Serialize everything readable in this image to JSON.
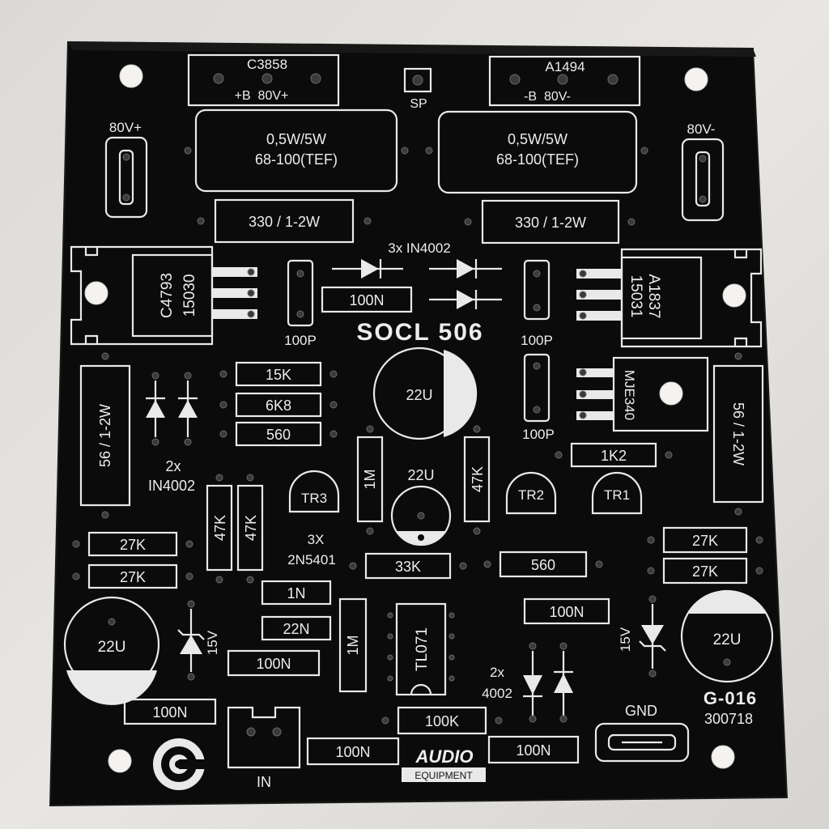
{
  "power_out_labels": {
    "npn_driver": "C3858",
    "npn_pins": "+B  80V+",
    "speaker": "SP",
    "pnp_driver": "A1494",
    "pnp_pins": "-B  80V-"
  },
  "emitter_resistors": {
    "left_line1": "0,5W/5W",
    "left_line2": "68-100(TEF)",
    "right_line1": "0,5W/5W",
    "right_line2": "68-100(TEF)"
  },
  "rails": {
    "pos": "80V+",
    "neg": "80V-",
    "gnd": "GND",
    "input": "IN"
  },
  "resistors": {
    "r330_left": "330 / 1-2W",
    "r330_right": "330 / 1-2W",
    "r15k": "15K",
    "r6k8": "6K8",
    "r560_a": "560",
    "r56_left": "56 / 1-2W",
    "r56_right": "56 / 1-2W",
    "r1m_a": "1M",
    "r47k_a": "47K",
    "r47k_b": "47K",
    "r47k_c": "47K",
    "r1k2": "1K2",
    "r27k_1": "27K",
    "r27k_2": "27K",
    "r27k_3": "27K",
    "r27k_4": "27K",
    "r33k": "33K",
    "r560_b": "560",
    "r1m_b": "1M",
    "r100k": "100K"
  },
  "transistors": {
    "q_left": "C4793",
    "q_left_num": "15030",
    "q_right": "A1837",
    "q_right_num": "15031",
    "mje": "MJE340",
    "tr1": "TR1",
    "tr2": "TR2",
    "tr3": "TR3",
    "tr_note1": "3X",
    "tr_note2": "2N5401"
  },
  "diodes": {
    "top_note": "3x IN4002",
    "left_note1": "2x",
    "left_note2": "IN4002",
    "bottom_note1": "2x",
    "bottom_note2": "4002",
    "zener_left": "15V",
    "zener_right": "15V"
  },
  "capacitors": {
    "c100n_top": "100N",
    "c100p_left": "100P",
    "c100p_right1": "100P",
    "c100p_right2": "100P",
    "c22u_center": "22U",
    "c22u_small": "22U",
    "c22u_left": "22U",
    "c22u_right": "22U",
    "c1n": "1N",
    "c22n": "22N",
    "c100n_a": "100N",
    "c100n_b": "100N",
    "c100n_c": "100N",
    "c100n_d": "100N",
    "c100n_e": "100N"
  },
  "ic": {
    "opamp": "TL071"
  },
  "branding": {
    "title": "SOCL 506",
    "model": "G-016",
    "date": "300718",
    "audio": "AUDIO",
    "equipment": "EQUIPMENT"
  },
  "colors": {
    "board": "#0c0c0c",
    "silkscreen": "#e9e9e9",
    "background": "#dedcd8"
  }
}
